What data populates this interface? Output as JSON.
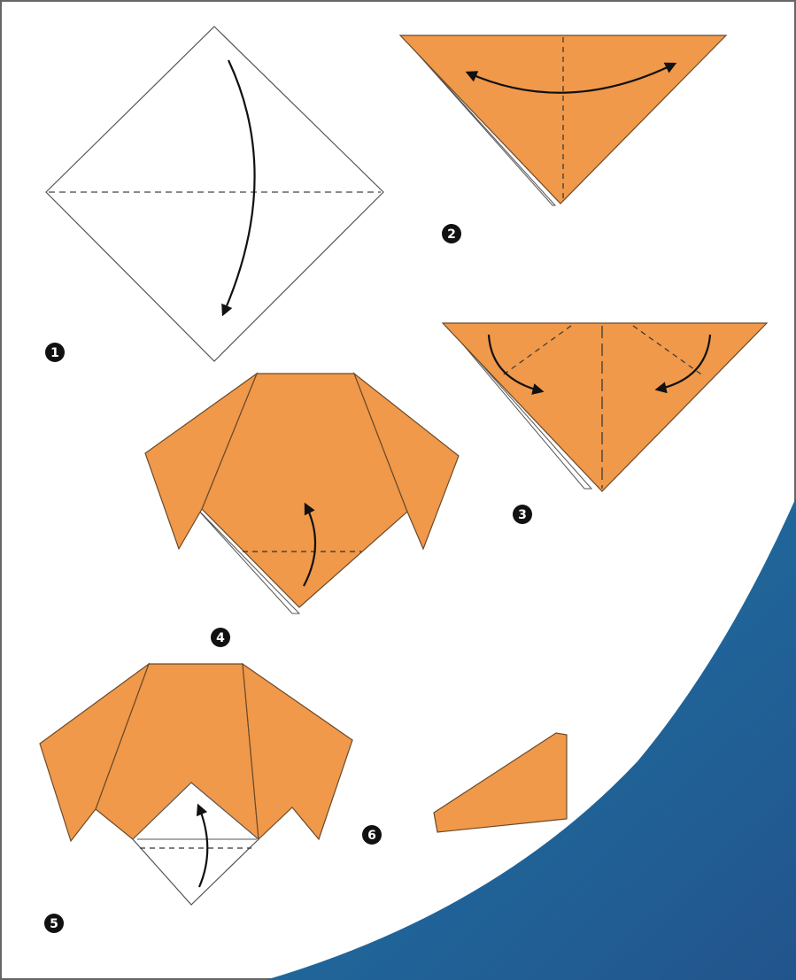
{
  "colors": {
    "paper_front": "#F0994A",
    "paper_edge": "#6b4a2a",
    "paper_back": "#ffffff",
    "line": "#333333",
    "badge": "#111111",
    "badge_text": "#ffffff",
    "overlay_top": "#1d78a8",
    "overlay_bottom": "#22548c",
    "frame": "#666666"
  },
  "steps": [
    {
      "number": "1",
      "label": "1"
    },
    {
      "number": "2",
      "label": "2"
    },
    {
      "number": "3",
      "label": "3"
    },
    {
      "number": "4",
      "label": "4"
    },
    {
      "number": "5",
      "label": "5"
    },
    {
      "number": "6",
      "label": "6"
    }
  ],
  "icons": {
    "fold_arrow": "curved-arrow-icon",
    "fold_line": "dashed-fold-line"
  }
}
